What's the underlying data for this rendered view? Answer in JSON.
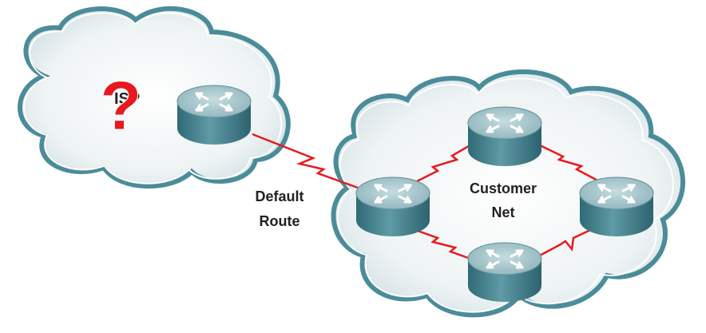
{
  "clouds": {
    "isp_label": "ISP",
    "customer_label_line1": "Customer",
    "customer_label_line2": "Net"
  },
  "annotations": {
    "question_mark": "?",
    "default_route_line1": "Default",
    "default_route_line2": "Route"
  },
  "colors": {
    "cloud_outline": "#4a8c9a",
    "cloud_fill": "#eef3f4",
    "link": "#e8191e",
    "router_top": "#a9c7cc",
    "router_body": "#3f7f8c",
    "question_mark": "#e8191e"
  },
  "icons": {
    "router": "router-icon"
  }
}
